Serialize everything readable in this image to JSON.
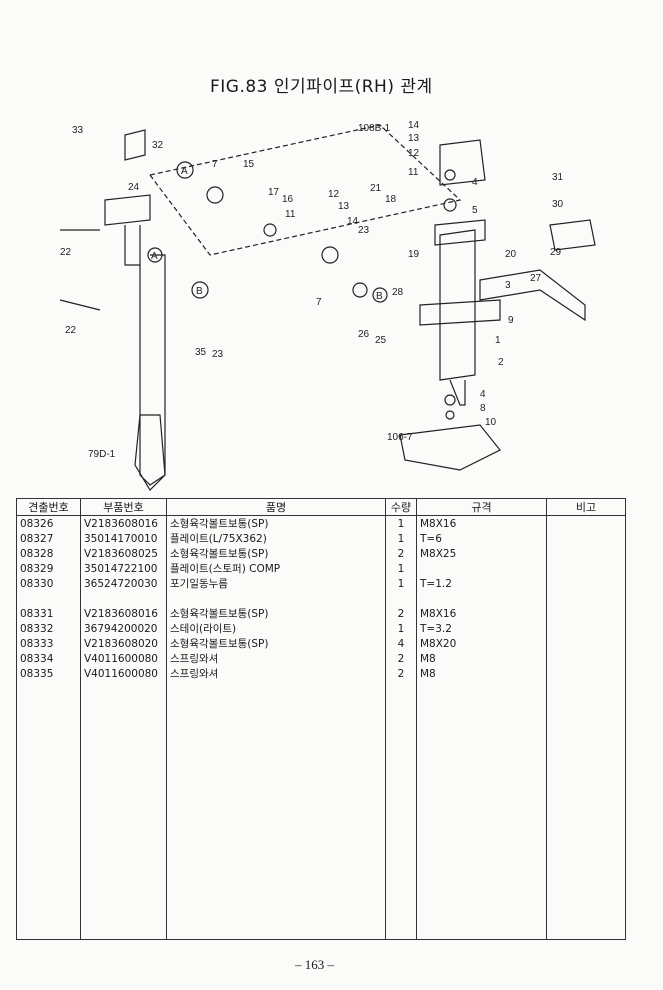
{
  "title": "FIG.83 인기파이프(RH) 관계",
  "diagram_callouts": [
    "33",
    "32",
    "24",
    "22",
    "22",
    "7",
    "15",
    "17",
    "16",
    "11",
    "12",
    "13",
    "14",
    "23",
    "7",
    "108B-1",
    "14",
    "13",
    "12",
    "11",
    "21",
    "18",
    "4",
    "5",
    "20",
    "19",
    "3",
    "9",
    "1",
    "2",
    "4",
    "8",
    "10",
    "106-7",
    "31",
    "30",
    "29",
    "27",
    "28",
    "26",
    "25",
    "35",
    "23",
    "79D-1",
    "A",
    "A",
    "B",
    "B"
  ],
  "table": {
    "headers": [
      "견출번호",
      "부품번호",
      "품명",
      "수량",
      "규격",
      "비고"
    ],
    "rows": [
      [
        "08326",
        "V2183608016",
        "소형육각볼트보통(SP)",
        "1",
        "M8X16",
        ""
      ],
      [
        "08327",
        "35014170010",
        "플레이트(L/75X362)",
        "1",
        "T=6",
        ""
      ],
      [
        "08328",
        "V2183608025",
        "소형육각볼트보통(SP)",
        "2",
        "M8X25",
        ""
      ],
      [
        "08329",
        "35014722100",
        "플레이트(스토퍼) COMP",
        "1",
        "",
        ""
      ],
      [
        "08330",
        "36524720030",
        "포기일동누름",
        "1",
        "T=1.2",
        ""
      ],
      [
        "",
        "",
        "",
        "",
        "",
        ""
      ],
      [
        "08331",
        "V2183608016",
        "소형육각볼트보통(SP)",
        "2",
        "M8X16",
        ""
      ],
      [
        "08332",
        "36794200020",
        "스테이(라이트)",
        "1",
        "T=3.2",
        ""
      ],
      [
        "08333",
        "V2183608020",
        "소형육각볼트보통(SP)",
        "4",
        "M8X20",
        ""
      ],
      [
        "08334",
        "V4011600080",
        "스프링와셔",
        "2",
        "M8",
        ""
      ],
      [
        "08335",
        "V4011600080",
        "스프링와셔",
        "2",
        "M8",
        ""
      ]
    ]
  },
  "page_number": "– 163 –"
}
